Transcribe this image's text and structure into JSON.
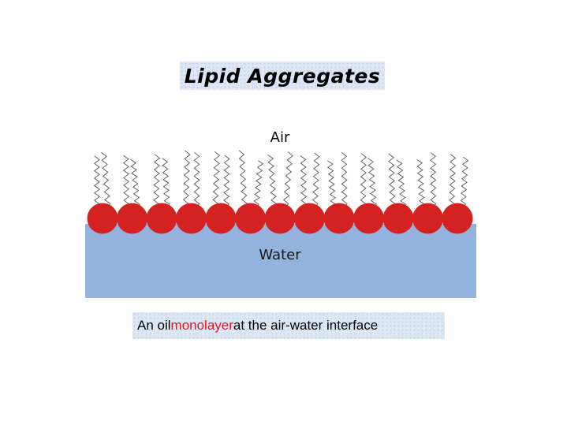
{
  "title": "Lipid Aggregates",
  "labels": {
    "air": "Air",
    "water": "Water"
  },
  "caption": {
    "before": "An oil ",
    "highlight": "monolayer",
    "after": " at the air-water interface"
  },
  "colors": {
    "head": "#d42222",
    "water": "#93b2dd",
    "highlight": "#e01818",
    "tail": "#555555"
  },
  "lipid_count": 13
}
